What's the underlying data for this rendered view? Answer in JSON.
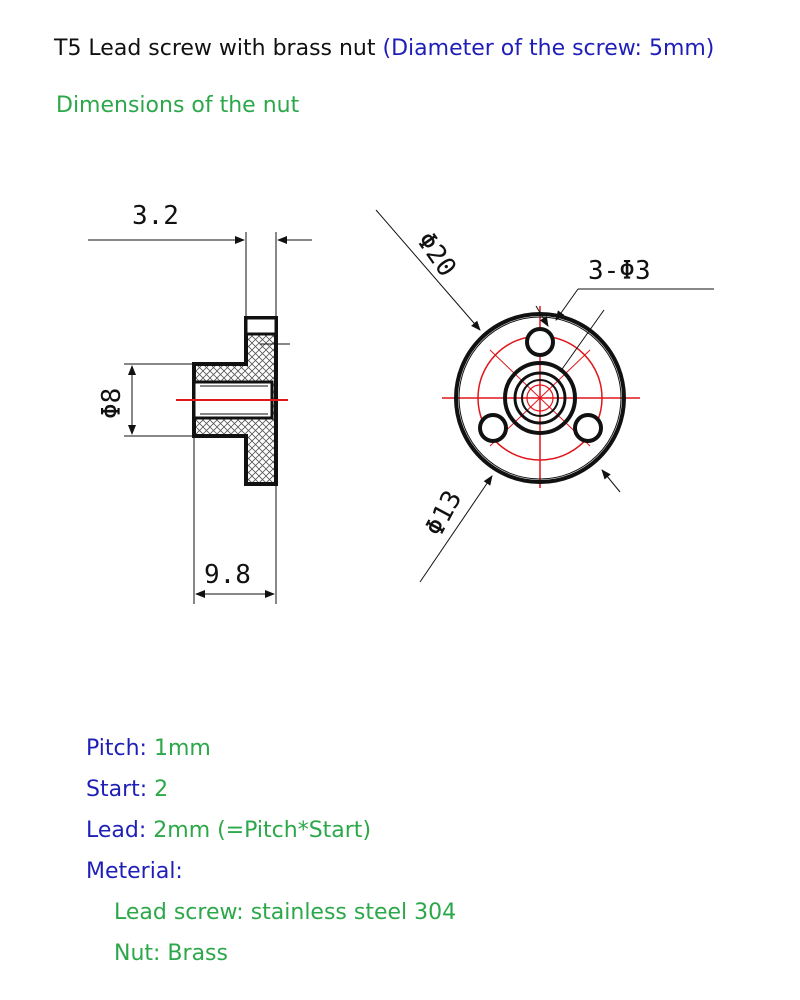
{
  "header": {
    "title": "T5 Lead screw with brass nut",
    "title_note": "(Diameter of the screw: 5mm)",
    "subtitle": "Dimensions of the nut"
  },
  "drawing": {
    "side_view": {
      "flange_thickness": "3.2",
      "bore_diameter": "Φ8",
      "overall_length": "9.8"
    },
    "front_view": {
      "outer_diameter": "Φ20",
      "mount_holes": "3-Φ3",
      "pitch_circle": "Φ13"
    }
  },
  "specs": {
    "pitch_label": "Pitch:",
    "pitch_value": "1mm",
    "start_label": "Start:",
    "start_value": "2",
    "lead_label": "Lead:",
    "lead_value": "2mm (=Pitch*Start)",
    "material_label": "Meterial:",
    "screw_material": "Lead screw: stainless steel 304",
    "nut_material": "Nut: Brass"
  },
  "colors": {
    "text": "#111111",
    "blue": "#1f1fb8",
    "green": "#2ca84a",
    "centerline": "#e0161b"
  }
}
